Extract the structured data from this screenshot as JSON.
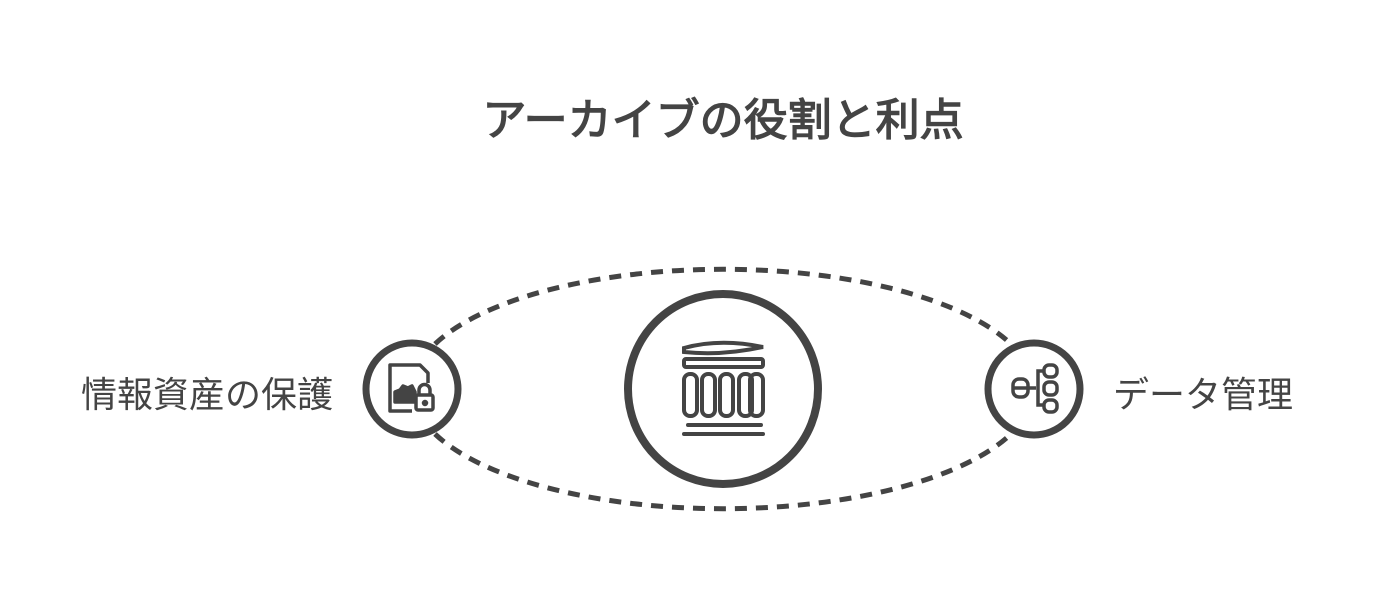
{
  "title": "アーカイブの役割と利点",
  "nodes": {
    "center": {
      "icon": "archive-building-icon"
    },
    "left": {
      "label": "情報資産の保護",
      "icon": "locked-image-file-icon"
    },
    "right": {
      "label": "データ管理",
      "icon": "database-hierarchy-icon"
    }
  },
  "colors": {
    "stroke": "#444444",
    "background": "#ffffff"
  }
}
